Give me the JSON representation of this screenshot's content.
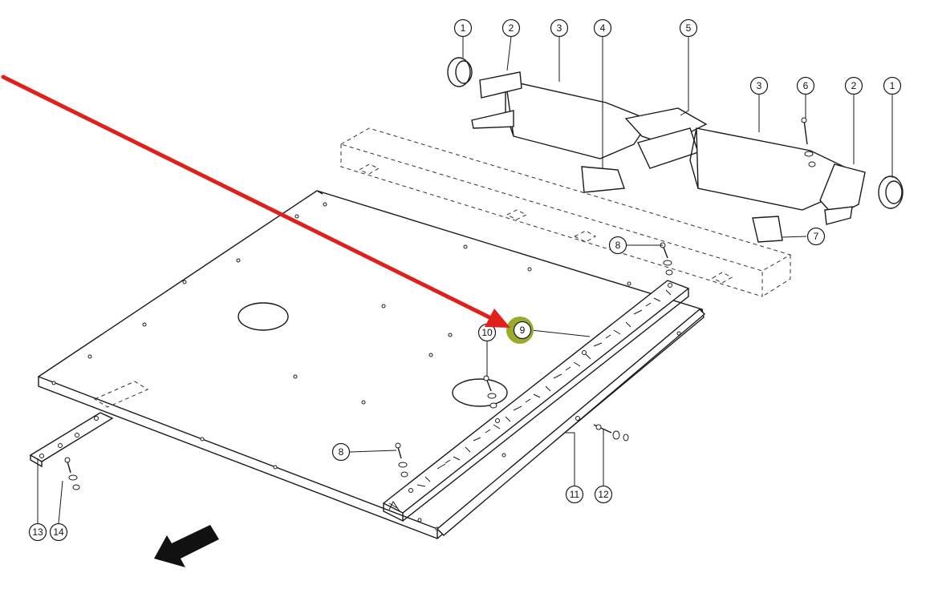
{
  "diagram": {
    "callouts": [
      {
        "id": "c1a",
        "label": "1"
      },
      {
        "id": "c2a",
        "label": "2"
      },
      {
        "id": "c3a",
        "label": "3"
      },
      {
        "id": "c4",
        "label": "4"
      },
      {
        "id": "c5",
        "label": "5"
      },
      {
        "id": "c3b",
        "label": "3"
      },
      {
        "id": "c6",
        "label": "6"
      },
      {
        "id": "c2b",
        "label": "2"
      },
      {
        "id": "c1b",
        "label": "1"
      },
      {
        "id": "c7",
        "label": "7"
      },
      {
        "id": "c8a",
        "label": "8"
      },
      {
        "id": "c9",
        "label": "9"
      },
      {
        "id": "c10",
        "label": "10"
      },
      {
        "id": "c8b",
        "label": "8"
      },
      {
        "id": "c11",
        "label": "11"
      },
      {
        "id": "c12",
        "label": "12"
      },
      {
        "id": "c13",
        "label": "13"
      },
      {
        "id": "c14",
        "label": "14"
      }
    ],
    "highlight": {
      "label": "9",
      "color": "#9aaa2a"
    },
    "pointer_arrow_color": "#e0201b",
    "direction_arrow_color": "#111111"
  }
}
